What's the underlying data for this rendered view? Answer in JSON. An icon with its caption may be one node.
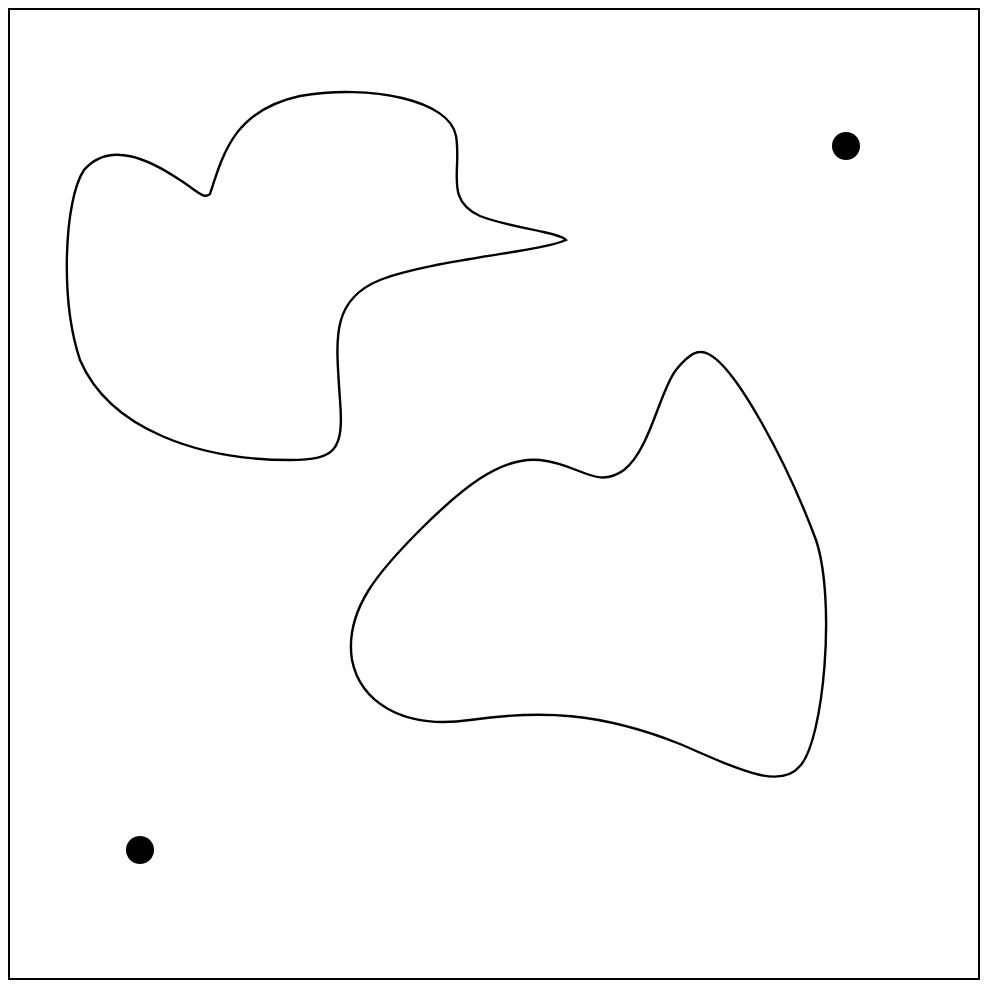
{
  "diagram": {
    "nodes": [
      {
        "text": [],
        "shape": "box"
      },
      {
        "text": [],
        "shape": "blob",
        "in": 0
      },
      {
        "text": [],
        "shape": "circle",
        "in": 0
      },
      {
        "text": [],
        "shape": "blob",
        "in": 0
      },
      {
        "text": [],
        "shape": "circle",
        "in": 0
      }
    ]
  }
}
